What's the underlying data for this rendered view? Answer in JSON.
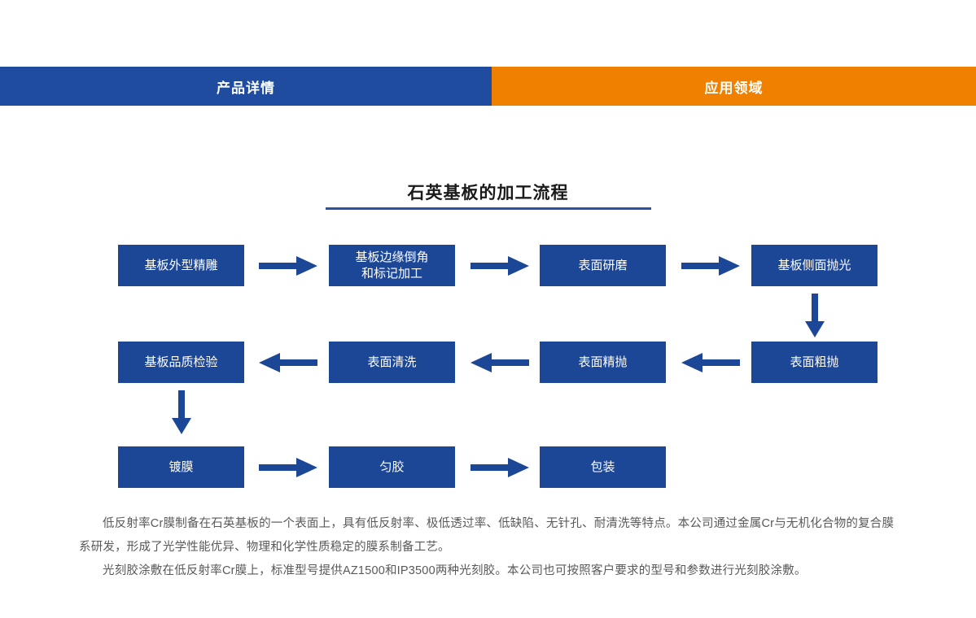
{
  "tabs": [
    {
      "label": "产品详情",
      "state": "active",
      "color": "#1f4c9e"
    },
    {
      "label": "应用领域",
      "state": "inactive",
      "color": "#f08100"
    }
  ],
  "section": {
    "title": "石英基板的加工流程",
    "rule_color": "#2a52a0"
  },
  "flowchart": {
    "node_color": "#1c4696",
    "arrow_color": "#1c4696",
    "rows": [
      {
        "direction": "right",
        "nodes": [
          {
            "label": "基板外型精雕"
          },
          {
            "label_line1": "基板边缘倒角",
            "label_line2": "和标记加工"
          },
          {
            "label": "表面研磨"
          },
          {
            "label": "基板侧面抛光"
          }
        ]
      },
      {
        "direction": "left",
        "nodes": [
          {
            "label": "基板品质检验"
          },
          {
            "label": "表面清洗"
          },
          {
            "label": "表面精抛"
          },
          {
            "label": "表面粗抛"
          }
        ]
      },
      {
        "direction": "right",
        "nodes": [
          {
            "label": "镀膜"
          },
          {
            "label": "匀胶"
          },
          {
            "label": "包装"
          }
        ]
      }
    ],
    "connectors": {
      "down_right": "arrow-down-from-基板侧面抛光-to-表面粗抛",
      "down_left": "arrow-down-from-基板品质检验-to-镀膜"
    }
  },
  "body": {
    "paragraph1": "低反射率Cr膜制备在石英基板的一个表面上，具有低反射率、极低透过率、低缺陷、无针孔、耐清洗等特点。本公司通过金属Cr与无机化合物的复合膜系研发，形成了光学性能优异、物理和化学性质稳定的膜系制备工艺。",
    "paragraph2": "光刻胶涂敷在低反射率Cr膜上，标准型号提供AZ1500和IP3500两种光刻胶。本公司也可按照客户要求的型号和参数进行光刻胶涂敷。"
  }
}
